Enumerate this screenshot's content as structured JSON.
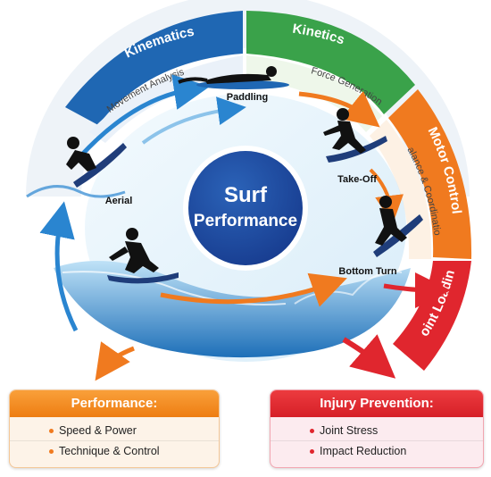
{
  "center": {
    "line1": "Surf",
    "line2": "Performance"
  },
  "bands": [
    {
      "label": "Kinematics",
      "sub": "Movement Analysis",
      "color": "#1f67b3"
    },
    {
      "label": "Kinetics",
      "sub": "Force Generation",
      "color": "#3aa24a"
    },
    {
      "label": "Motor Control",
      "sub": "Balance & Coordination",
      "color": "#f07a1f"
    },
    {
      "label": "Joint Loading",
      "color": "#e0262e"
    }
  ],
  "phases": {
    "paddling": "Paddling",
    "takeoff": "Take-Off",
    "bottom_turn": "Bottom Turn",
    "aerial": "Aerial"
  },
  "outcomes": {
    "performance": {
      "title": "Performance:",
      "items": [
        "Speed & Power",
        "Technique & Control"
      ],
      "color": "#f28a1d"
    },
    "injury": {
      "title": "Injury Prevention:",
      "items": [
        "Joint Stress",
        "Impact Reduction"
      ],
      "color": "#e0262e"
    }
  }
}
